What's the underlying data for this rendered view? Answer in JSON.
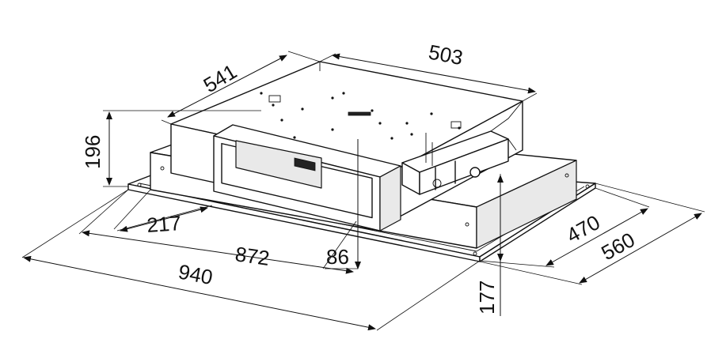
{
  "dimensions": {
    "depth_top": "541",
    "width_top": "503",
    "height_left": "196",
    "inner_offset": "217",
    "cutout_width": "872",
    "overall_width": "940",
    "outlet_depth": "86",
    "cutout_depth": "470",
    "overall_depth": "560",
    "total_height": "177"
  },
  "colors": {
    "line": "#111111",
    "fill": "#ffffff",
    "shade": "#e9e9e9"
  }
}
